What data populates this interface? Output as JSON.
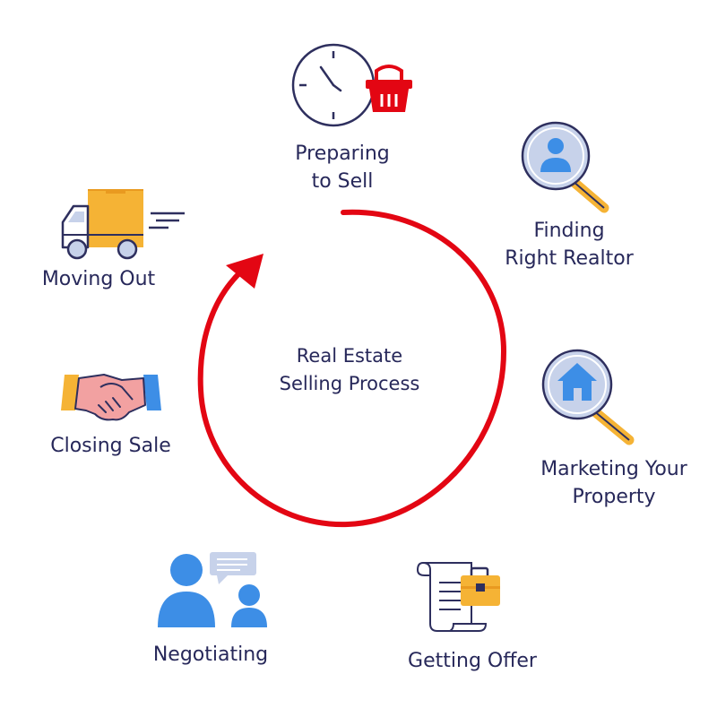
{
  "center": {
    "line1": "Real Estate",
    "line2": "Selling Process"
  },
  "steps": [
    {
      "icon": "clock-basket-icon",
      "line1": "Preparing",
      "line2": "to Sell"
    },
    {
      "icon": "magnifier-person-icon",
      "line1": "Finding",
      "line2": "Right Realtor"
    },
    {
      "icon": "magnifier-house-icon",
      "line1": "Marketing Your",
      "line2": "Property"
    },
    {
      "icon": "document-briefcase-icon",
      "line1": "Getting Offer",
      "line2": ""
    },
    {
      "icon": "people-chat-icon",
      "line1": "Negotiating",
      "line2": ""
    },
    {
      "icon": "handshake-icon",
      "line1": "Closing Sale",
      "line2": ""
    },
    {
      "icon": "moving-truck-icon",
      "line1": "Moving Out",
      "line2": ""
    }
  ],
  "colors": {
    "text": "#27285a",
    "arrow": "#e30613",
    "blue": "#3d8ee6",
    "yellow": "#f5b335",
    "outline": "#2e2f5e",
    "glass": "#c7d2ea"
  }
}
